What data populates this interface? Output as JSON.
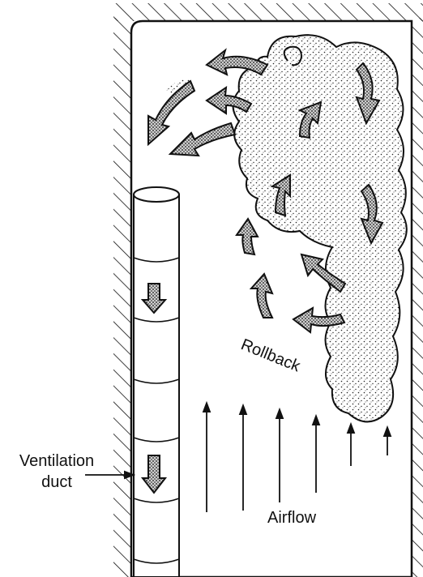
{
  "labels": {
    "ventilation_line1": "Ventilation",
    "ventilation_line2": "duct",
    "rollback": "Rollback",
    "airflow": "Airflow"
  },
  "colors": {
    "ink": "#111111",
    "paper": "#ffffff"
  }
}
